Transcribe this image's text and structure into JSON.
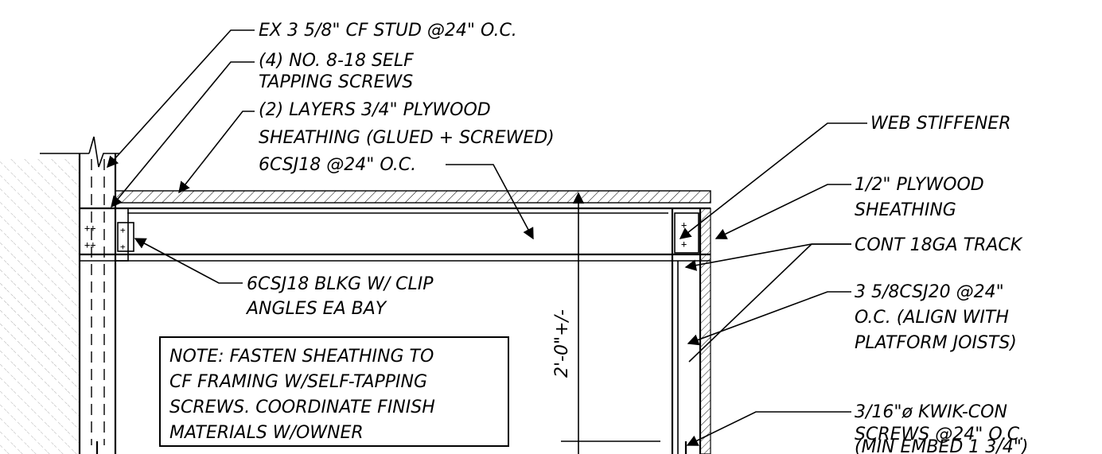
{
  "labels": {
    "stud": "EX 3 5/8\" CF STUD @24\" O.C.",
    "screws_1": "(4) NO. 8-18 SELF",
    "screws_2": "TAPPING SCREWS",
    "plywood_1": "(2) LAYERS 3/4\" PLYWOOD",
    "plywood_2": "SHEATHING (GLUED + SCREWED)",
    "joist": "6CSJ18 @24\" O.C.",
    "web": "WEB STIFFENER",
    "half_ply_1": "1/2\" PLYWOOD",
    "half_ply_2": "SHEATHING",
    "track": "CONT 18GA TRACK",
    "csj20_1": "3 5/8CSJ20 @24\"",
    "csj20_2": "O.C. (ALIGN WITH",
    "csj20_3": "PLATFORM JOISTS)",
    "blkg_1": "6CSJ18 BLKG W/ CLIP",
    "blkg_2": "ANGLES EA BAY",
    "kwik_1": "3/16\"ø KWIK-CON",
    "kwik_2": "SCREWS @24\" O.C.",
    "kwik_3": "(MIN EMBED 1 3/4\")",
    "dimension": "2'-0\"+/-"
  },
  "note": {
    "line1": "NOTE: FASTEN SHEATHING TO",
    "line2": "CF FRAMING W/SELF-TAPPING",
    "line3": "SCREWS. COORDINATE FINISH",
    "line4": "MATERIALS W/OWNER"
  },
  "colors": {
    "ink": "#000000",
    "paper": "#ffffff",
    "hatch": "#9a9a9a"
  }
}
